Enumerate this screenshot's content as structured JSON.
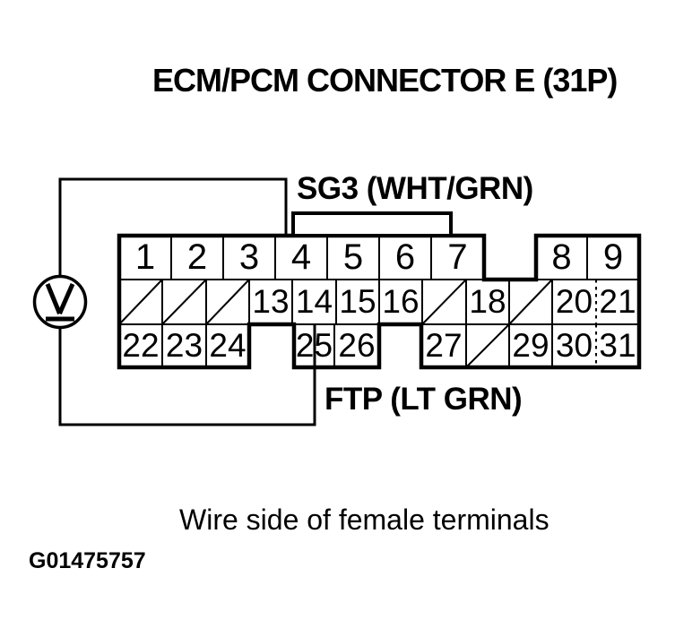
{
  "title": "ECM/PCM CONNECTOR E (31P)",
  "wires": {
    "sg3_label": "SG3 (WHT/GRN)",
    "ftp_label": "FTP (LT GRN)"
  },
  "caption": "Wire side of female terminals",
  "figure_id": "G01475757",
  "meter": {
    "icon": "voltmeter-icon",
    "glyph": "V"
  },
  "colors": {
    "line": "#000000",
    "background": "#ffffff"
  },
  "connector": {
    "row1": [
      "1",
      "2",
      "3",
      "4",
      "5",
      "6",
      "7",
      "8",
      "9"
    ],
    "row2": [
      "13",
      "14",
      "15",
      "16",
      "18",
      "20",
      "21"
    ],
    "row3": [
      "22",
      "23",
      "24",
      "25",
      "26",
      "27",
      "29",
      "30",
      "31"
    ]
  }
}
